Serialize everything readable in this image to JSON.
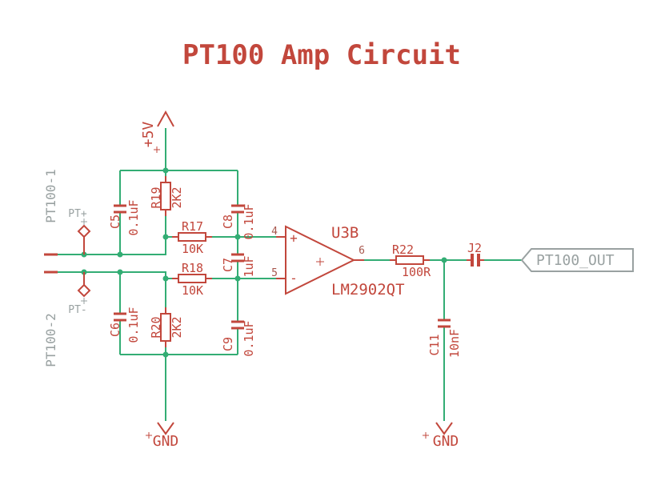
{
  "title": "PT100 Amp Circuit",
  "colors": {
    "symbol_red": "#c2473c",
    "net_green": "#33ad74",
    "text_gray": "#99a1a1",
    "pin_number_color": "#a8564c"
  },
  "supplies": {
    "vcc_label": "+5V",
    "gnd_label": "GND"
  },
  "connector": {
    "name_1": "PT100-1",
    "name_2": "PT100-2"
  },
  "testpoints": {
    "plus_label": "PT+",
    "minus_label": "PT-"
  },
  "resistors": {
    "r19": {
      "name": "R19",
      "value": "2K2"
    },
    "r20": {
      "name": "R20",
      "value": "2K2"
    },
    "r17": {
      "name": "R17",
      "value": "10K"
    },
    "r18": {
      "name": "R18",
      "value": "10K"
    },
    "r22": {
      "name": "R22",
      "value": "100R"
    }
  },
  "capacitors": {
    "c5": {
      "name": "C5",
      "value": "0.1uF"
    },
    "c6": {
      "name": "C6",
      "value": "0.1uF"
    },
    "c7": {
      "name": "C7",
      "value": "1uF"
    },
    "c8": {
      "name": "C8",
      "value": "0.1uF"
    },
    "c9": {
      "name": "C9",
      "value": "0.1uF"
    },
    "c11": {
      "name": "C11",
      "value": "10nF"
    }
  },
  "opamp": {
    "name": "U3B",
    "value": "LM2902QT",
    "plus_sign": "+",
    "minus_sign": "-",
    "pin_top": "4",
    "pin_bottom": "5",
    "pin_out": "6"
  },
  "jumper": {
    "name": "J2"
  },
  "output_flag": {
    "label": "PT100_OUT"
  }
}
